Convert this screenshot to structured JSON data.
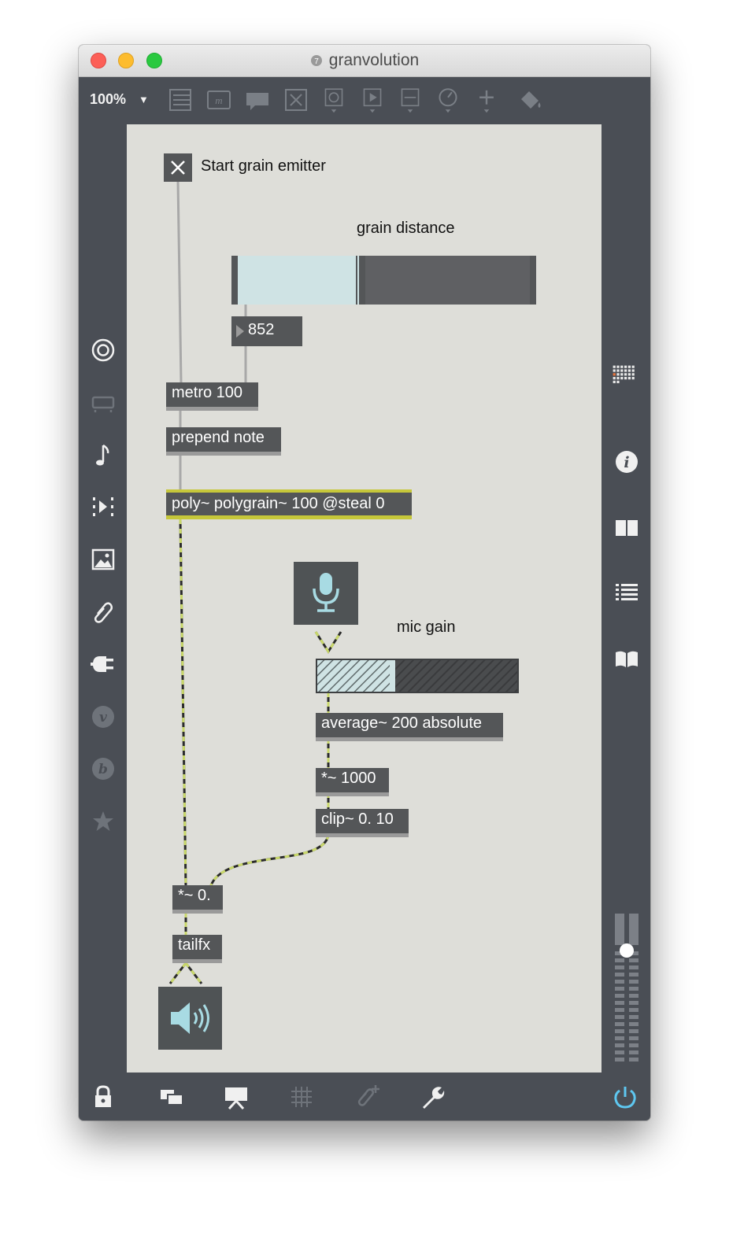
{
  "window": {
    "title": "granvolution"
  },
  "toolbar": {
    "zoom": "100%",
    "icons": [
      "new-object-icon",
      "message-icon",
      "comment-icon",
      "toggle-icon",
      "button-icon",
      "play-icon",
      "slider-icon",
      "dial-icon",
      "add-icon",
      "paint-bucket-icon"
    ]
  },
  "patch": {
    "start_comment": "Start grain emitter",
    "grain_distance_comment": "grain distance",
    "grain_distance_number": "852",
    "grain_distance_slider_fraction": 0.41,
    "mic_gain_comment": "mic gain",
    "mic_gain_fraction": 0.39,
    "objects": {
      "metro": "metro 100",
      "prepend": "prepend note",
      "poly": "poly~ polygrain~ 100 @steal 0",
      "average": "average~ 200 absolute",
      "mult": "*~ 1000",
      "clip": "clip~ 0. 10",
      "mult_out": "*~ 0.",
      "tailfx": "tailfx"
    }
  },
  "colors": {
    "window_bg": "#4a4e55",
    "canvas_bg": "#deded9",
    "object_bg": "#545658",
    "poly_highlight": "#c6c73a",
    "slider_fill": "#cfe3e4",
    "power_accent": "#5ec7f0"
  }
}
